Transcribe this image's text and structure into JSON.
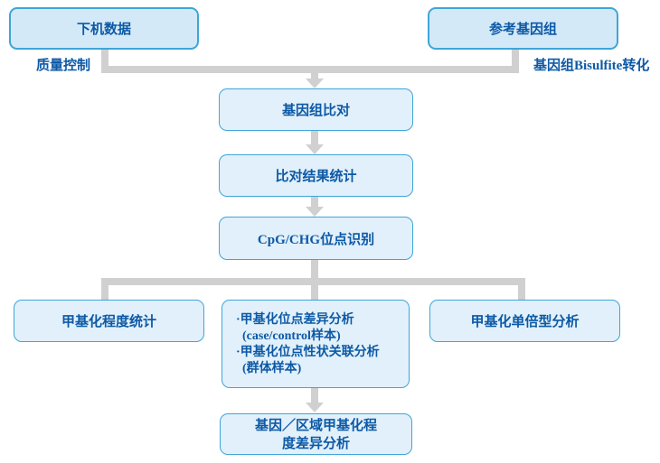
{
  "colors": {
    "box_fill_primary": "#d4e9f8",
    "box_fill_secondary": "#e1f0fa",
    "box_border_blue": "#3fa5d8",
    "text_dark_blue": "#0d59a6",
    "connector_gray": "#d0d0d0"
  },
  "nodes": {
    "raw_data": {
      "label": "下机数据"
    },
    "ref_genome": {
      "label": "参考基因组"
    },
    "alignment": {
      "label": "基因组比对"
    },
    "align_stats": {
      "label": "比对结果统计"
    },
    "site_id": {
      "label": "CpG/CHG位点识别"
    },
    "meth_level": {
      "label": "甲基化程度统计"
    },
    "site_analysis": {
      "lines": [
        "·甲基化位点差异分析",
        "(case/control样本)",
        "·甲基化位点性状关联分析",
        "(群体样本)"
      ]
    },
    "haplotype": {
      "label": "甲基化单倍型分析"
    },
    "region_diff": {
      "lines": [
        "基因／区域甲基化程",
        "度差异分析"
      ]
    }
  },
  "edge_labels": {
    "quality_control": "质量控制",
    "bisulfite_conversion": "基因组Bisulfite转化"
  }
}
